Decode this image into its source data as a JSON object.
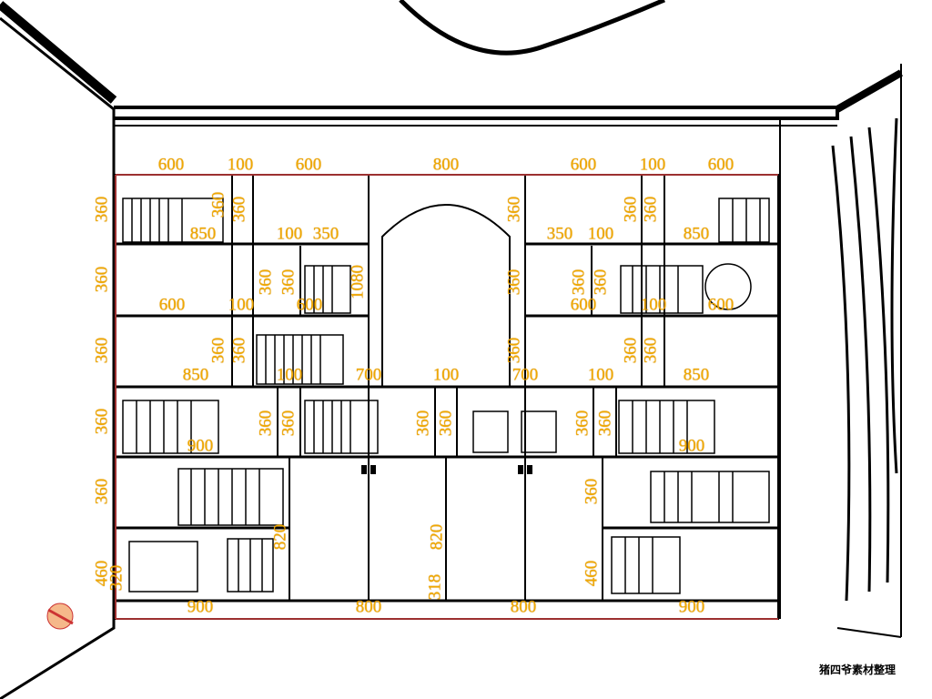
{
  "watermark_text": "猪四爷素材整理",
  "colors": {
    "dimension": "#f0a800",
    "dimension_line": "#d04040",
    "lines": "#000000"
  },
  "labels": [
    "600",
    "100",
    "600",
    "800",
    "600",
    "100",
    "600",
    "360",
    "360",
    "360",
    "360",
    "360",
    "460",
    "850",
    "360",
    "360",
    "100",
    "350",
    "360",
    "350",
    "100",
    "360",
    "360",
    "850",
    "600",
    "100",
    "360",
    "360",
    "600",
    "1080",
    "360",
    "360",
    "360",
    "600",
    "100",
    "600",
    "850",
    "360",
    "360",
    "100",
    "700",
    "100",
    "700",
    "100",
    "360",
    "360",
    "850",
    "360",
    "900",
    "360",
    "360",
    "360",
    "360",
    "360",
    "360",
    "900",
    "360",
    "820",
    "820",
    "318",
    "460",
    "320",
    "900",
    "800",
    "800",
    "900"
  ]
}
